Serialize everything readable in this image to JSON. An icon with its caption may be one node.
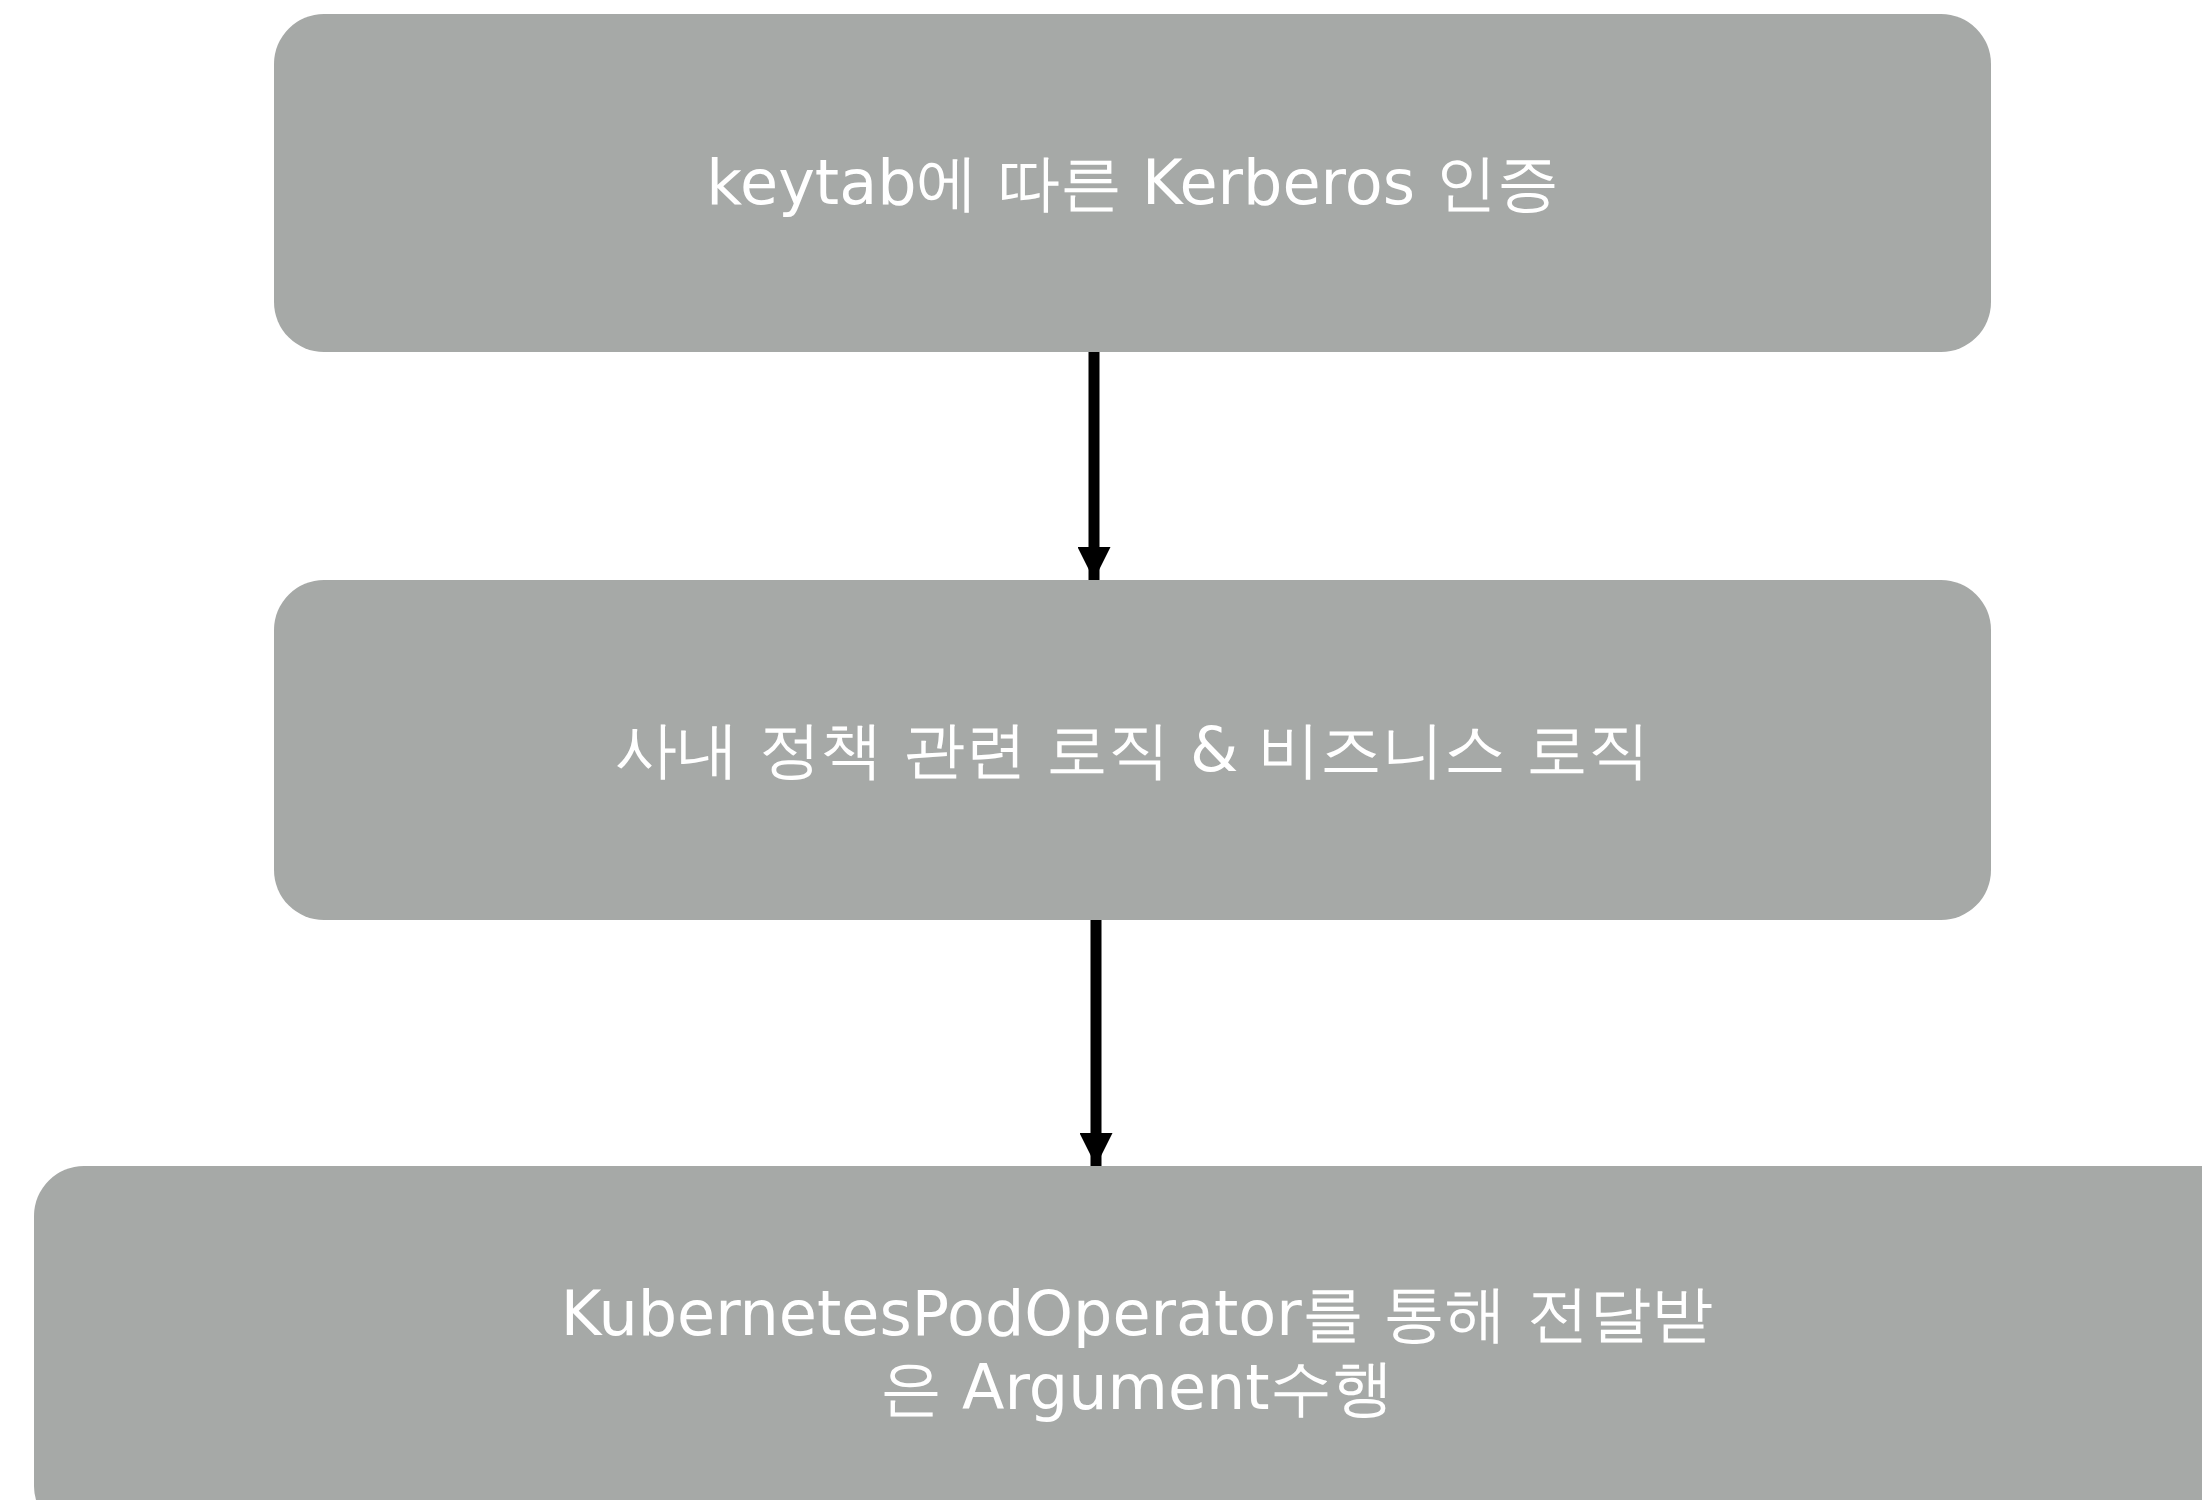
{
  "diagram": {
    "nodes": [
      {
        "text": [
          "keytab에 따른 Kerberos 인증"
        ]
      },
      {
        "text": [
          "사내 정책 관련 로직 & 비즈니스 로직"
        ]
      },
      {
        "text": [
          "KubernetesPodOperator를 통해 전달받은 Argument수행"
        ]
      }
    ],
    "edges": [
      {
        "from": 0,
        "to": 1,
        "arrow": "to"
      },
      {
        "from": 1,
        "to": 2,
        "arrow": "to"
      }
    ]
  }
}
